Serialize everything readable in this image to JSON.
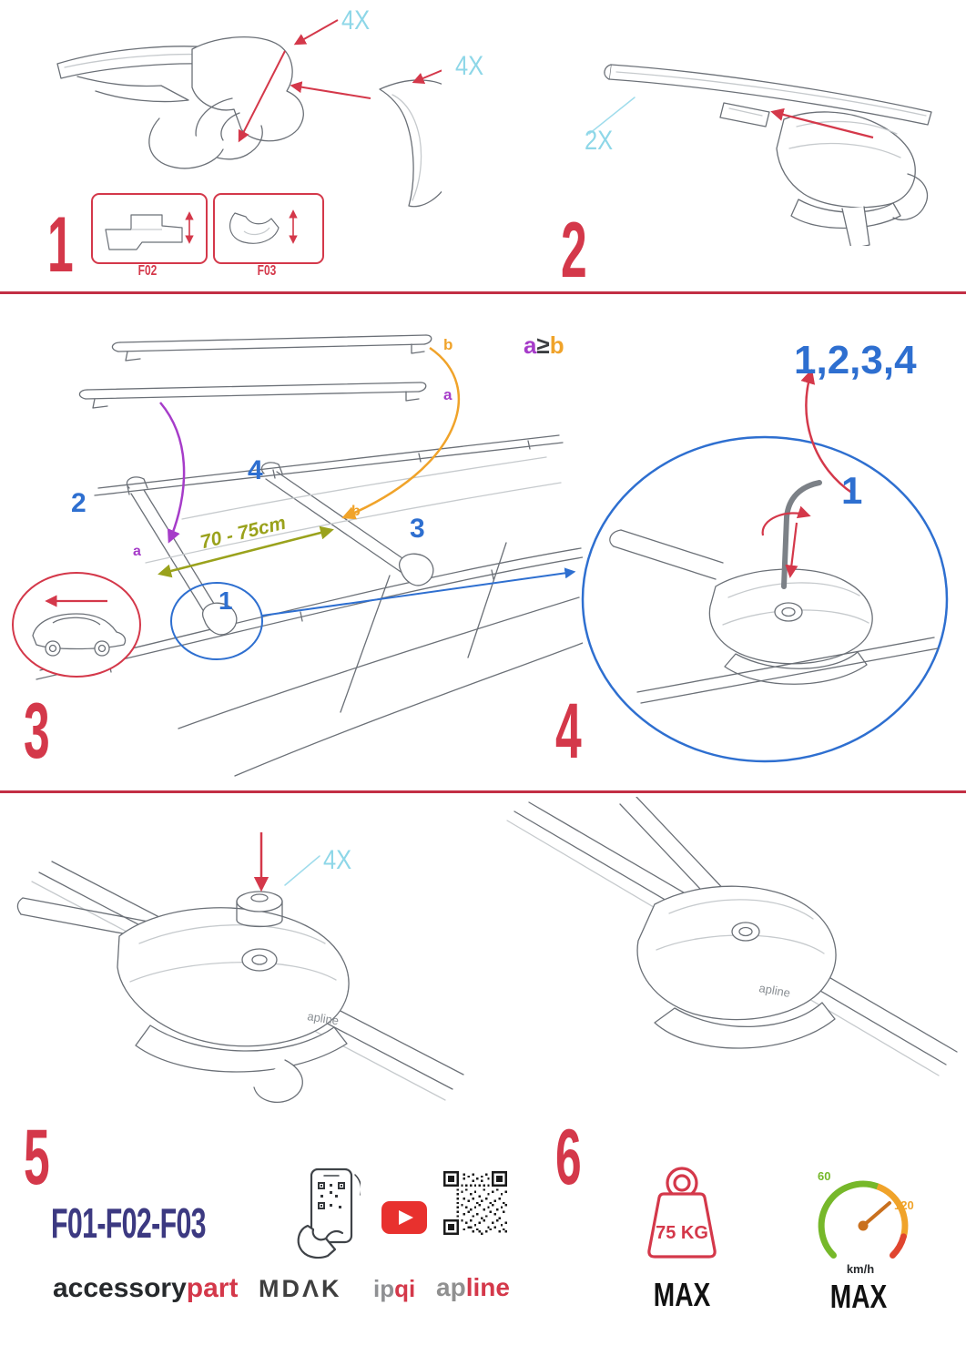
{
  "colors": {
    "step_number_red": "#d4384a",
    "divider_red": "#c22f44",
    "quantity_cyan": "#8ed7e8",
    "position_blue": "#2e6fd0",
    "label_purple": "#a63cc9",
    "label_orange": "#f0a32a",
    "distance_olive": "#9aa21c",
    "model_navy": "#3c3981",
    "youtube_red": "#e8312e",
    "gauge_green": "#76b82a",
    "gauge_orange": "#f0a32a",
    "line_art_gray": "#6b7077"
  },
  "step1": {
    "number": "1",
    "qty_clamp": "4X",
    "qty_cover": "4X",
    "inset_left_label": "F02",
    "inset_right_label": "F03"
  },
  "step2": {
    "number": "2",
    "qty": "2X"
  },
  "step3": {
    "number": "3",
    "bar_top_label": "b",
    "bar_bottom_label": "a",
    "rule_a": "a",
    "rule_sign": "≥",
    "rule_b": "b",
    "pos_front_left": "2",
    "pos_rear_top": "4",
    "pos_rear_right": "3",
    "pos_front_bottom": "1",
    "roof_label_a": "a",
    "roof_label_b": "b",
    "distance": "70 - 75cm"
  },
  "step4": {
    "number": "4",
    "sequence": "1,2,3,4",
    "start_position": "1"
  },
  "step5": {
    "number": "5",
    "qty": "4X",
    "bracket_logo": "apline"
  },
  "step6": {
    "number": "6",
    "weight_limit": "75 KG",
    "weight_max": "MAX",
    "speed_green": "60",
    "speed_orange": "120",
    "speed_unit": "km/h",
    "speed_max": "MAX",
    "bracket_logo": "apline"
  },
  "footer": {
    "model": "F01-F02-F03",
    "brand_accessory": "accessory",
    "brand_part": "part",
    "brand_mdak": "MDΛK",
    "brand_ip": "ip",
    "brand_qi": "qi",
    "brand_ap": "ap",
    "brand_line": "line"
  }
}
